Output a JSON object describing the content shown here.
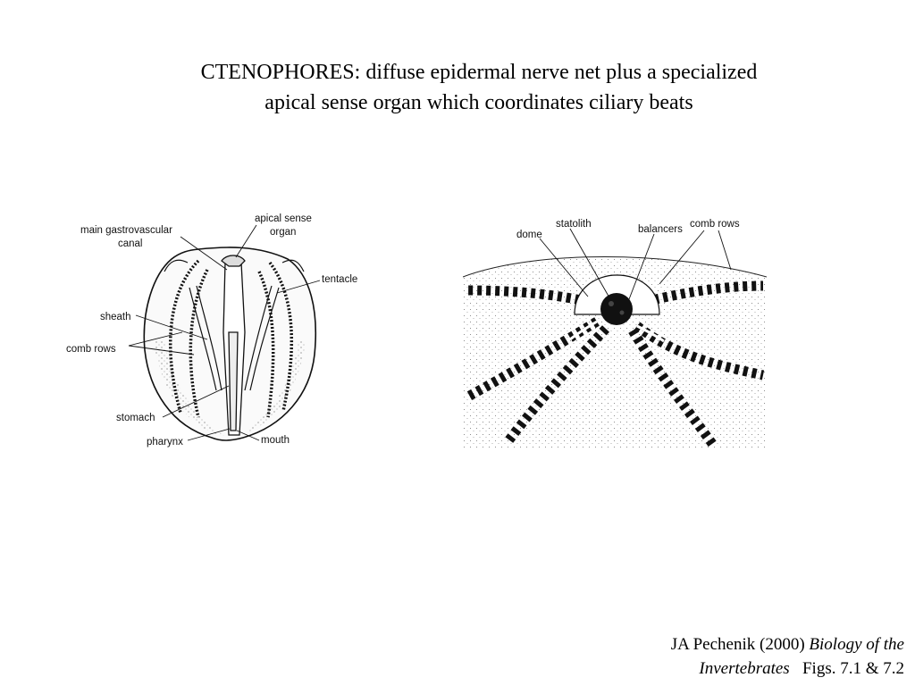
{
  "slide": {
    "title_line1": "CTENOPHORES: diffuse epidermal nerve net plus a specialized",
    "title_line2": "apical sense organ which coordinates ciliary beats"
  },
  "figure1": {
    "labels": {
      "main_gv_1": "main gastrovascular",
      "main_gv_2": "canal",
      "apical_1": "apical sense",
      "apical_2": "organ",
      "tentacle": "tentacle",
      "sheath": "sheath",
      "comb_rows": "comb rows",
      "stomach": "stomach",
      "pharynx": "pharynx",
      "mouth": "mouth"
    }
  },
  "figure2": {
    "labels": {
      "dome": "dome",
      "statolith": "statolith",
      "balancers": "balancers",
      "comb_rows": "comb rows"
    }
  },
  "citation": {
    "author_year": "JA Pechenik (2000) ",
    "book_part1": "Biology of the",
    "book_part2": "Invertebrates",
    "figs": "   Figs. 7.1 & 7.2"
  }
}
